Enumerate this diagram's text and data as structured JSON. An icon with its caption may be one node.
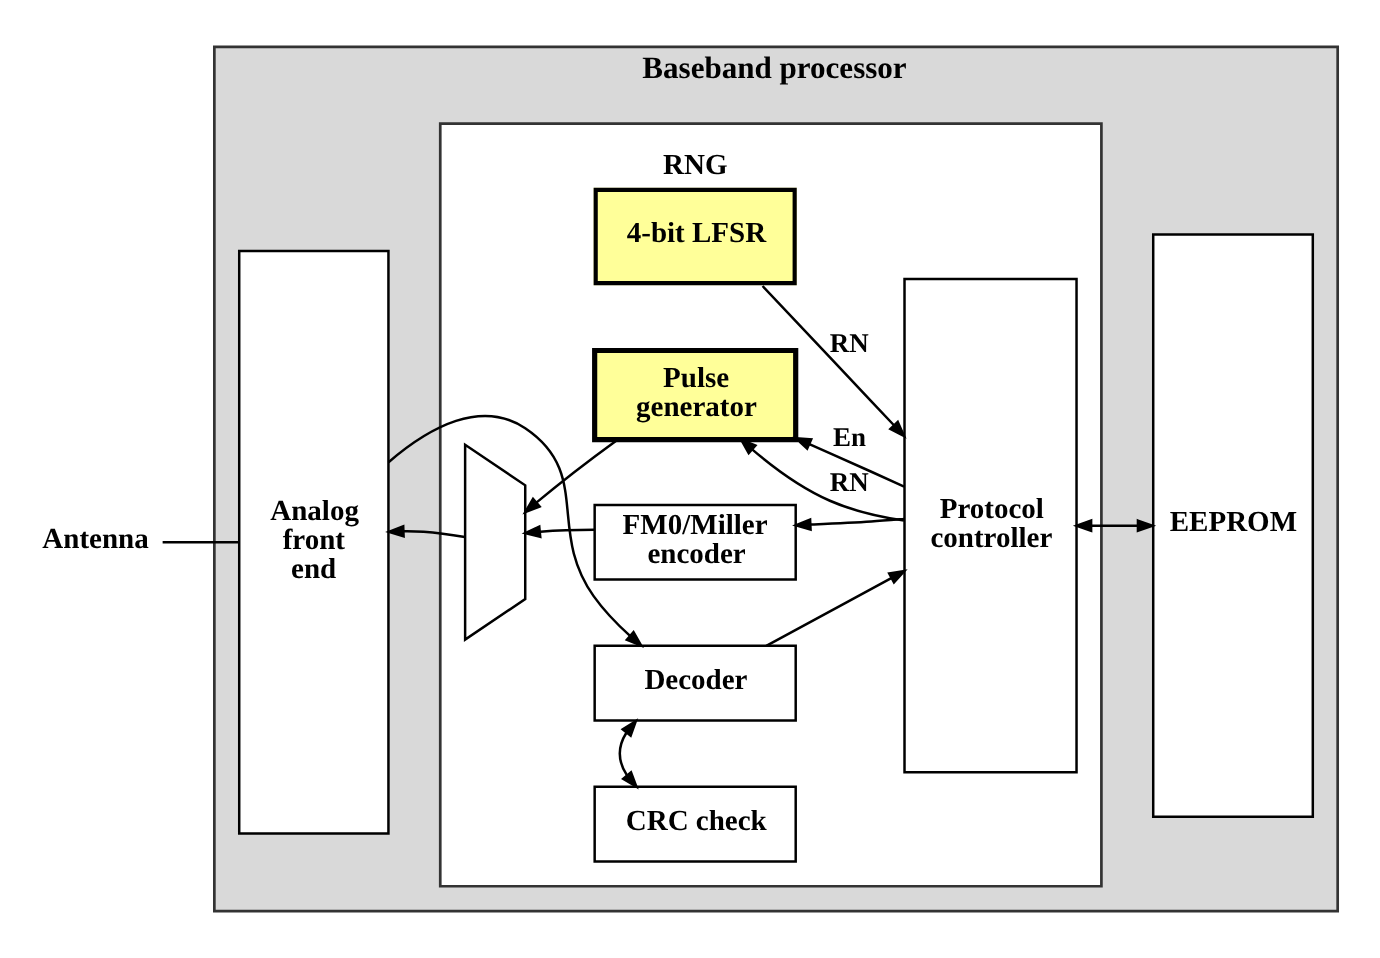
{
  "diagram": {
    "nodes": [
      {
        "text": [
          "Antenna"
        ]
      },
      {
        "text": [
          "Baseband processor"
        ]
      },
      {
        "text": [
          "Analog front end"
        ],
        "in": 1
      },
      {
        "text": [],
        "shape": "box",
        "in": 1
      },
      {
        "text": [
          "RNG",
          "4-bit LFSR"
        ],
        "in": 3
      },
      {
        "text": [
          "Pulse generator"
        ],
        "in": 3
      },
      {
        "text": [],
        "shape": "trapezoid",
        "in": 3
      },
      {
        "text": [
          "FM0/Miller encoder"
        ],
        "in": 3
      },
      {
        "text": [
          "Decoder"
        ],
        "in": 3
      },
      {
        "text": [
          "CRC check"
        ],
        "in": 3
      },
      {
        "text": [
          "Protocol controller"
        ],
        "in": 3
      },
      {
        "text": [
          "EEPROM"
        ],
        "in": 1
      }
    ],
    "edges": [
      {
        "from": 4,
        "to": 10,
        "arrow": "to",
        "label": "RN"
      },
      {
        "from": 10,
        "to": 5,
        "arrow": "to",
        "label": "RN"
      },
      {
        "from": 10,
        "to": 5,
        "arrow": "to",
        "label": "En"
      },
      {
        "from": 5,
        "to": 6,
        "arrow": "to"
      },
      {
        "from": 10,
        "to": 7,
        "arrow": "to"
      },
      {
        "from": 7,
        "to": 6,
        "arrow": "to"
      },
      {
        "from": 6,
        "to": 2,
        "arrow": "to"
      },
      {
        "from": 0,
        "to": 2,
        "arrow": "none"
      },
      {
        "from": 2,
        "to": 8,
        "arrow": "to"
      },
      {
        "from": 8,
        "to": 10,
        "arrow": "to"
      },
      {
        "from": 9,
        "to": 8,
        "arrow": "both"
      },
      {
        "from": 10,
        "to": 11,
        "arrow": "both"
      }
    ]
  }
}
